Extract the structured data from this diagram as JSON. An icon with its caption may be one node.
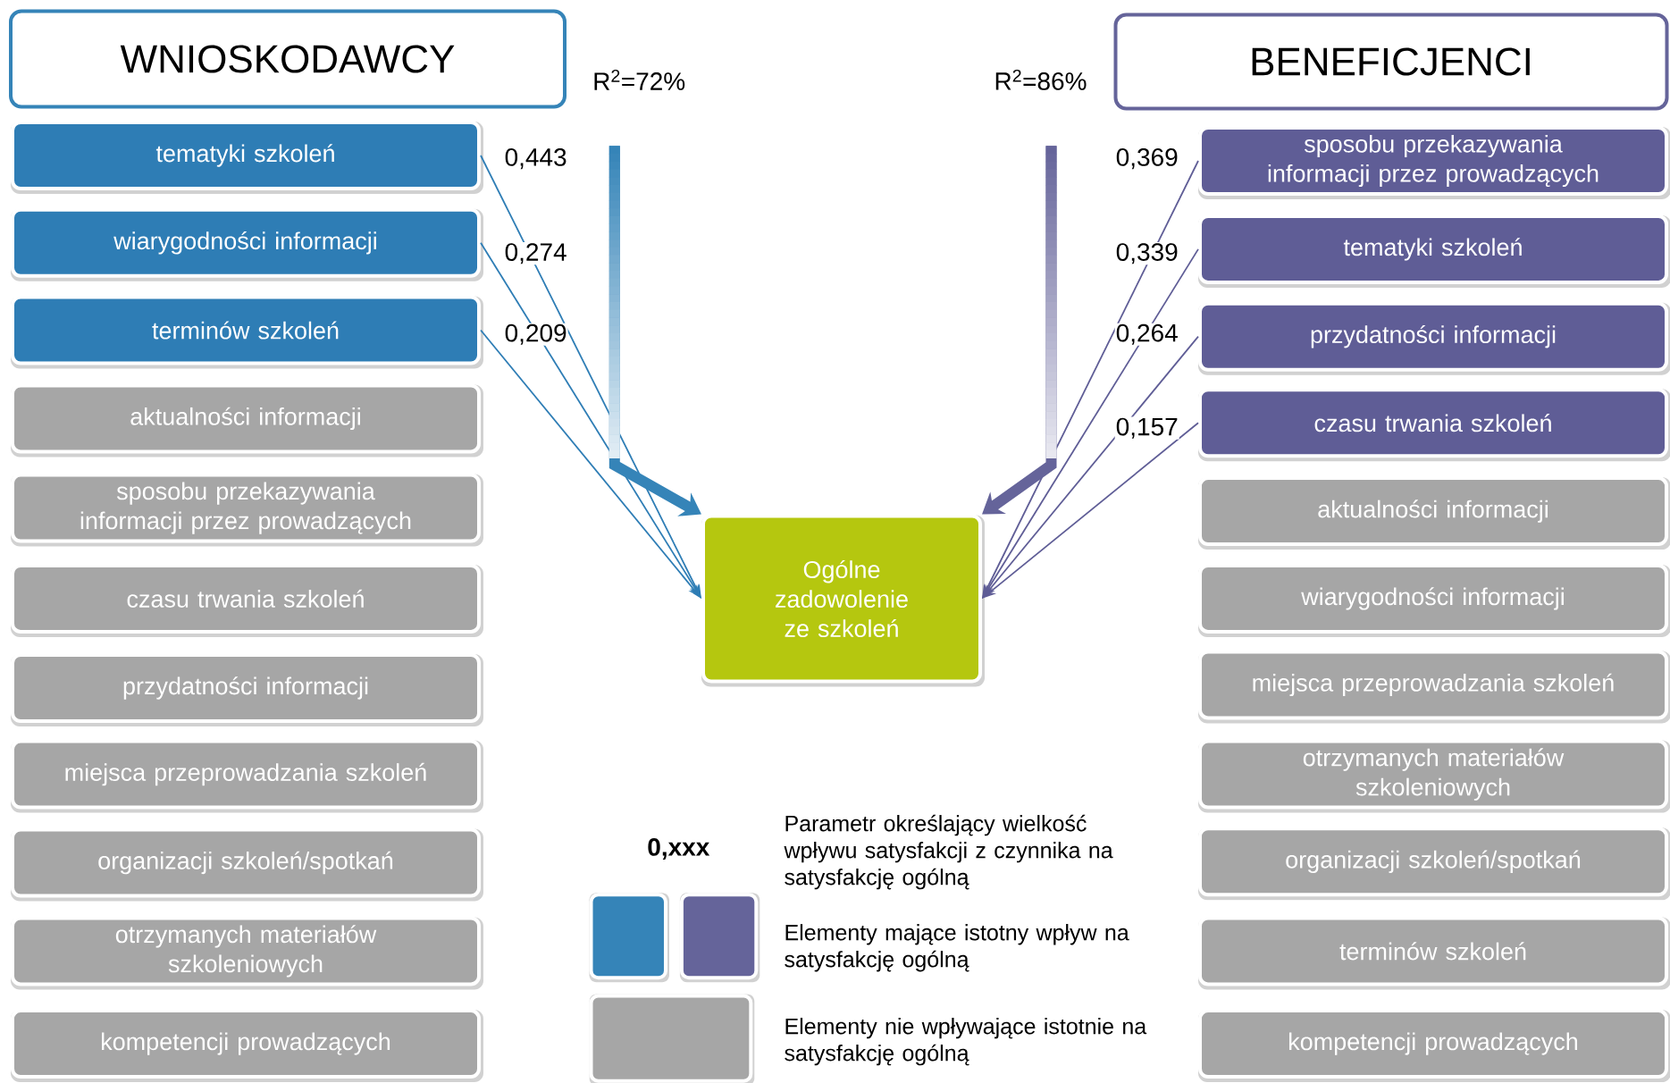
{
  "diagram": {
    "nodes": [
      {
        "text": [
          "WNIOSKODAWCY"
        ]
      },
      {
        "text": [
          "tematyki szkoleń"
        ]
      },
      {
        "text": [
          "wiarygodności informacji"
        ]
      },
      {
        "text": [
          "terminów szkoleń"
        ]
      },
      {
        "text": [
          "aktualności informacji"
        ]
      },
      {
        "text": [
          "sposobu przekazywania informacji przez prowadzących"
        ]
      },
      {
        "text": [
          "czasu trwania szkoleń"
        ]
      },
      {
        "text": [
          "przydatności informacji"
        ]
      },
      {
        "text": [
          "miejsca przeprowadzania szkoleń"
        ]
      },
      {
        "text": [
          "organizacji szkoleń/spotkań"
        ]
      },
      {
        "text": [
          "otrzymanych materiałów szkoleniowych"
        ]
      },
      {
        "text": [
          "kompetencji prowadzących"
        ]
      },
      {
        "text": [
          "BENEFICJENCI"
        ]
      },
      {
        "text": [
          "sposobu przekazywania informacji przez prowadzących"
        ]
      },
      {
        "text": [
          "tematyki szkoleń"
        ]
      },
      {
        "text": [
          "przydatności informacji"
        ]
      },
      {
        "text": [
          "czasu trwania szkoleń"
        ]
      },
      {
        "text": [
          "aktualności informacji"
        ]
      },
      {
        "text": [
          "wiarygodności informacji"
        ]
      },
      {
        "text": [
          "miejsca przeprowadzania szkoleń"
        ]
      },
      {
        "text": [
          "otrzymanych materiałów szkoleniowych"
        ]
      },
      {
        "text": [
          "organizacji szkoleń/spotkań"
        ]
      },
      {
        "text": [
          "terminów szkoleń"
        ]
      },
      {
        "text": [
          "kompetencji prowadzących"
        ]
      },
      {
        "text": [
          "Ogólne zadowolenie ze szkoleń"
        ]
      }
    ],
    "edges": [
      {
        "from": 1,
        "to": 24,
        "arrow": "to",
        "label": "0,443",
        "color": "#2e7db5"
      },
      {
        "from": 2,
        "to": 24,
        "arrow": "to",
        "label": "0,274",
        "color": "#2e7db5"
      },
      {
        "from": 3,
        "to": 24,
        "arrow": "to",
        "label": "0,209",
        "color": "#2e7db5"
      },
      {
        "from": 13,
        "to": 24,
        "arrow": "to",
        "label": "0,369",
        "color": "#5f5d96"
      },
      {
        "from": 14,
        "to": 24,
        "arrow": "to",
        "label": "0,339",
        "color": "#5f5d96"
      },
      {
        "from": 15,
        "to": 24,
        "arrow": "to",
        "label": "0,264",
        "color": "#5f5d96"
      },
      {
        "from": 16,
        "to": 24,
        "arrow": "to",
        "label": "0,157",
        "color": "#5f5d96"
      },
      {
        "from": null,
        "to": 24,
        "arrow": "to",
        "style": "thick",
        "color": "#3584b8"
      },
      {
        "from": null,
        "to": 24,
        "arrow": "to",
        "style": "thick",
        "color": "#65649a"
      }
    ],
    "labels": [
      "R$^{2}$=72%",
      "R$^{2}$=86%",
      "0,xxx"
    ],
    "legend": [
      {
        "text": "Parametr określający wielkość wpływu satysfakcji z czynnika na satysfakcję ogólną"
      },
      {
        "text": "Elementy mające istotny wpływ na satysfakcję ogólną",
        "color": "#3584b8"
      },
      {
        "text": "Elementy nie wpływające istotnie na satysfakcję ogólną",
        "color": "#a6a6a6"
      }
    ]
  }
}
